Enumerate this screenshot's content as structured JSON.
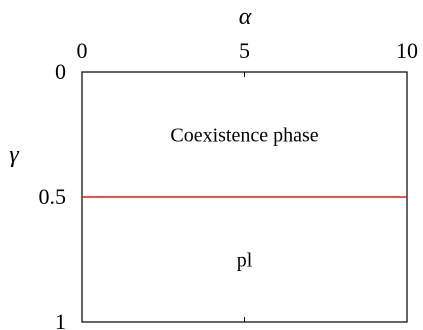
{
  "chart_data": {
    "type": "line",
    "title": "",
    "xlabel": "α",
    "ylabel": "γ",
    "xlim": [
      0,
      10
    ],
    "ylim": [
      0,
      1
    ],
    "y_inverted": true,
    "x_axis_position": "top",
    "grid": false,
    "x_ticks": [
      {
        "value": 0,
        "label": "0"
      },
      {
        "value": 5,
        "label": "5"
      },
      {
        "value": 10,
        "label": "10"
      }
    ],
    "y_ticks": [
      {
        "value": 0,
        "label": "0"
      },
      {
        "value": 0.5,
        "label": "0.5"
      },
      {
        "value": 1,
        "label": "1"
      }
    ],
    "series": [
      {
        "color": "#e41a1c",
        "x": [
          0,
          10
        ],
        "y": [
          0.5,
          0.5
        ]
      }
    ],
    "annotations": [
      {
        "text": "Coexistence phase",
        "x": 5,
        "y": 0.25
      },
      {
        "text": "pl",
        "x": 5,
        "y": 0.75
      }
    ]
  }
}
